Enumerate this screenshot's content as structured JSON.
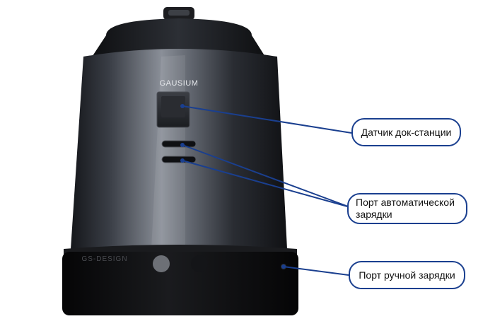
{
  "brand_logo": "GAUSIUM",
  "base_engraving": "GS-DESIGN",
  "colors": {
    "callout_border": "#1a3f8f",
    "leader_line": "#1a3f8f",
    "device_body": "#2a2d33",
    "device_base": "#0c0d0f"
  },
  "callouts": {
    "dock_sensor": "Датчик док-станции",
    "auto_charge_port": "Порт автоматической зарядки",
    "manual_charge_port": "Порт ручной зарядки"
  }
}
